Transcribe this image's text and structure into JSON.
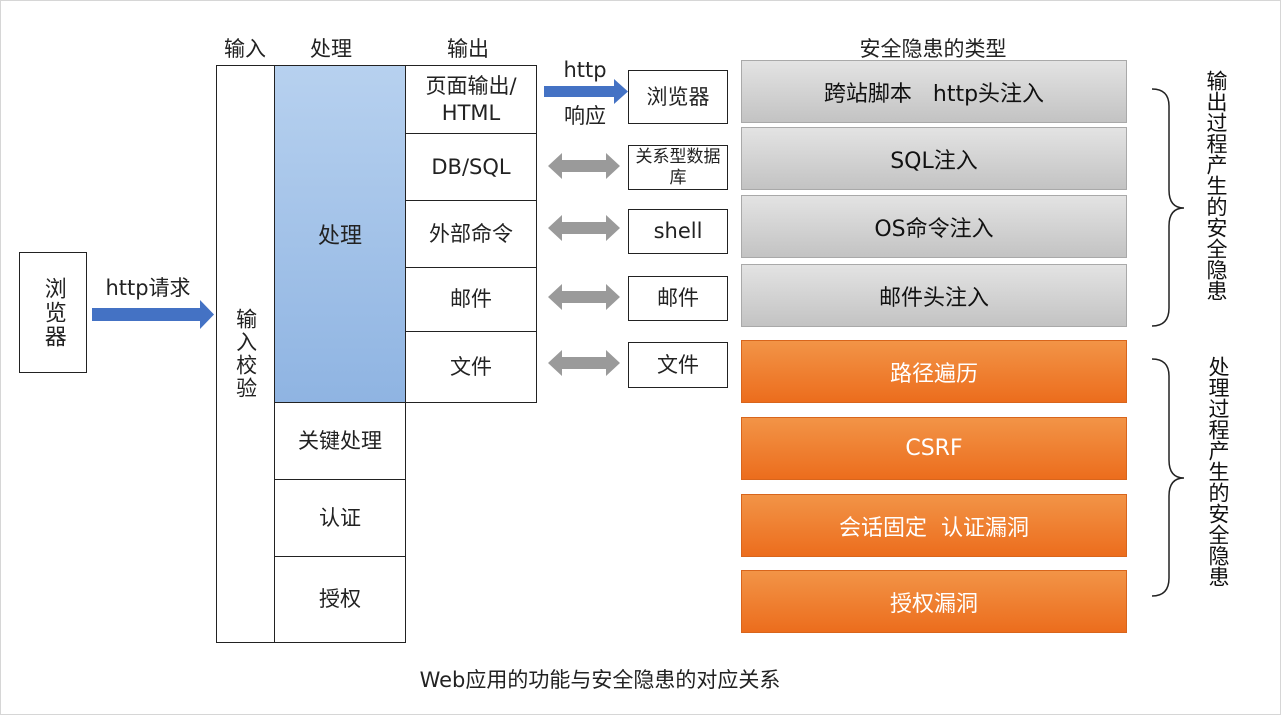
{
  "headers": {
    "input": "输入",
    "process": "处理",
    "output": "输出",
    "types": "安全隐患的类型"
  },
  "browser_left": {
    "label": "浏览器"
  },
  "request_label": "http请求",
  "input_check": "输入校验",
  "process_main": "处理",
  "process_rows": [
    "关键处理",
    "认证",
    "授权"
  ],
  "outputs": [
    "页面输出/HTML",
    "DB/SQL",
    "外部命令",
    "邮件",
    "文件"
  ],
  "response_label": {
    "line1": "http",
    "line2": "响应"
  },
  "targets": [
    "浏览器",
    "关系型数据库",
    "shell",
    "邮件",
    "文件"
  ],
  "output_vulns": [
    "跨站脚本   http头注入",
    "SQL注入",
    "OS命令注入",
    "邮件头注入"
  ],
  "process_vulns": [
    "路径遍历",
    "CSRF",
    "会话固定  认证漏洞",
    "授权漏洞"
  ],
  "side_labels": {
    "output": "输出过程产生的安全隐患",
    "process": "处理过程产生的安全隐患"
  },
  "caption": "Web应用的功能与安全隐患的对应关系",
  "colors": {
    "arrow_blue": "#4472c4",
    "arrow_gray": "#9a9a9a",
    "orange": "#ed7d31",
    "process_blue": "#9dbde6"
  }
}
